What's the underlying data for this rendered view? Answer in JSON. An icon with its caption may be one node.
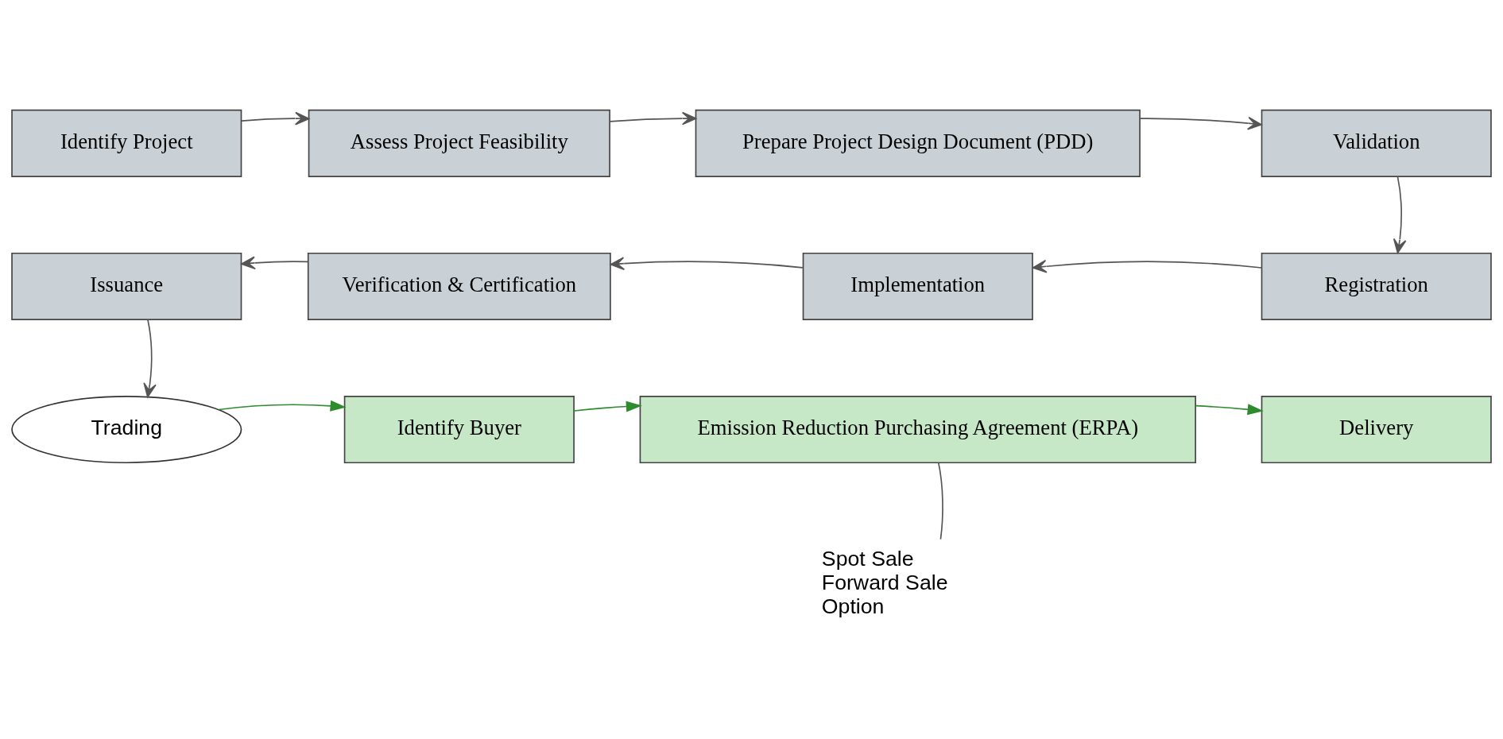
{
  "diagram": {
    "nodes": [
      {
        "text": [
          "Identify Project"
        ]
      },
      {
        "text": [
          "Assess Project Feasibility"
        ]
      },
      {
        "text": [
          "Prepare Project Design Document (PDD)"
        ]
      },
      {
        "text": [
          "Validation"
        ]
      },
      {
        "text": [
          "Issuance"
        ]
      },
      {
        "text": [
          "Verification & Certification"
        ]
      },
      {
        "text": [
          "Implementation"
        ]
      },
      {
        "text": [
          "Registration"
        ]
      },
      {
        "text": [
          "Trading"
        ]
      },
      {
        "text": [
          "Identify Buyer"
        ]
      },
      {
        "text": [
          "Emission Reduction Purchasing Agreement (ERPA)"
        ]
      },
      {
        "text": [
          "Delivery"
        ]
      },
      {
        "text": [
          "Spot Sale",
          "Forward Sale",
          "Option"
        ]
      }
    ],
    "edges": [
      {
        "from": 0,
        "to": 1,
        "arrow": "to"
      },
      {
        "from": 1,
        "to": 2,
        "arrow": "to"
      },
      {
        "from": 2,
        "to": 3,
        "arrow": "to"
      },
      {
        "from": 3,
        "to": 7,
        "arrow": "to"
      },
      {
        "from": 7,
        "to": 6,
        "arrow": "to"
      },
      {
        "from": 6,
        "to": 5,
        "arrow": "to"
      },
      {
        "from": 5,
        "to": 4,
        "arrow": "to"
      },
      {
        "from": 4,
        "to": 8,
        "arrow": "to"
      },
      {
        "from": 8,
        "to": 9,
        "arrow": "to",
        "color": "#2e8b2e"
      },
      {
        "from": 9,
        "to": 10,
        "arrow": "to",
        "color": "#2e8b2e"
      },
      {
        "from": 10,
        "to": 11,
        "arrow": "to",
        "color": "#2e8b2e"
      },
      {
        "from": 10,
        "to": 12,
        "arrow": "none"
      }
    ]
  }
}
